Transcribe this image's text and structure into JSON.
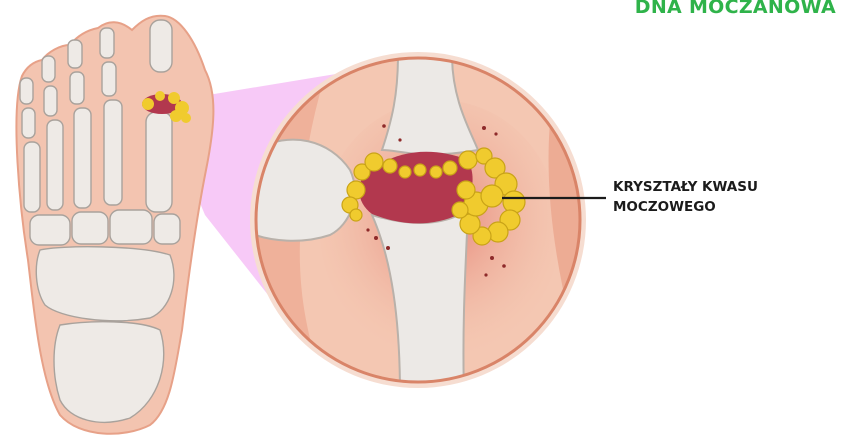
{
  "title": "DNA MOCZANOWA",
  "callout": {
    "line1": "KRYSZTAŁY KWASU",
    "line2": "MOCZOWEGO"
  },
  "colors": {
    "title_green": "#2fb34a",
    "skin": "#f3c4b0",
    "skin_dark": "#e7a188",
    "bone": "#ece9e6",
    "inflamed": "#b2384e",
    "crystal": "#f0cb2e",
    "magnify": "#f19df0"
  }
}
